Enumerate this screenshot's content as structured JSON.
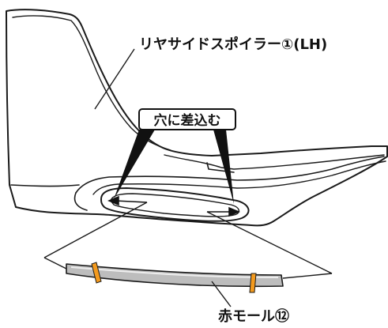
{
  "labels": {
    "spoiler": "リヤサイドスポイラー①(LH)",
    "insert_hole": "穴に差込む",
    "red_molding": "赤モール⑫"
  },
  "colors": {
    "line": "#1a1a1a",
    "background": "#ffffff",
    "molding_fill": "#bdbdbd",
    "molding_highlight": "#eeeeee",
    "tape": "#f39a1e",
    "callout": "#111111"
  }
}
